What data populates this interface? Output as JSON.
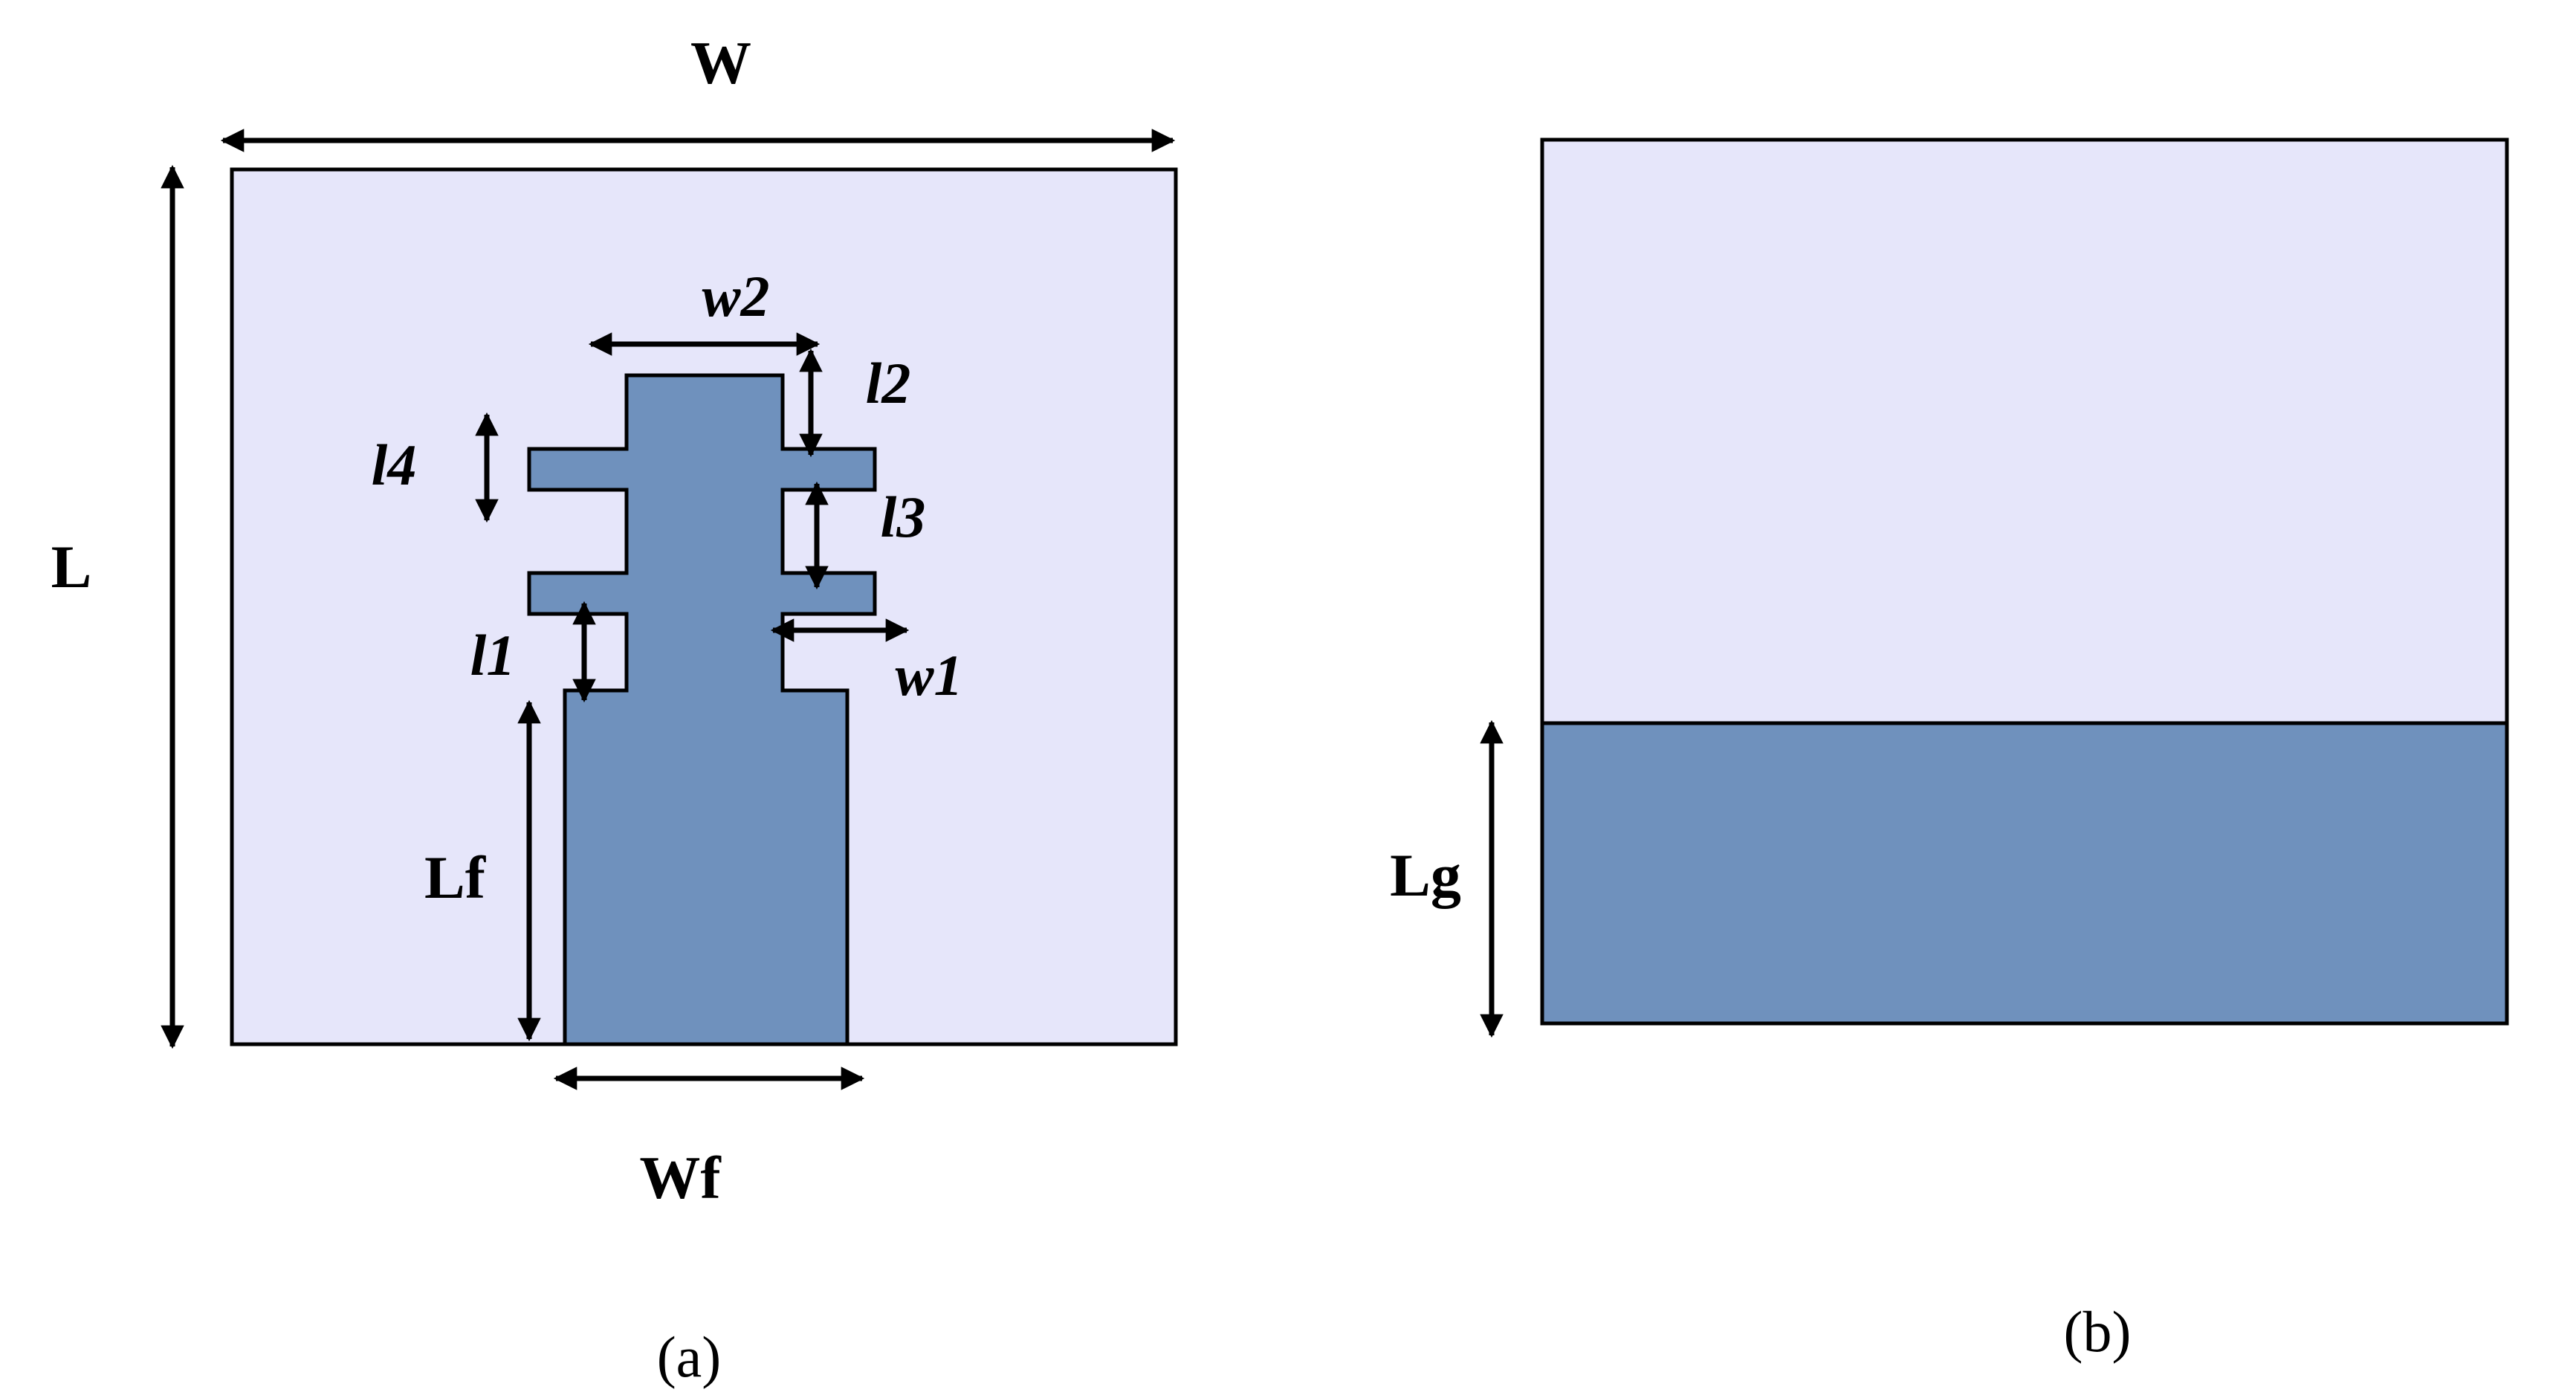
{
  "colors": {
    "substrate": "#e6e6fa",
    "copper": "#6f91bd",
    "outline": "#000000",
    "background": "#ffffff"
  },
  "panel_a": {
    "caption": "(a)",
    "labels": {
      "W": "W",
      "L": "L",
      "w2": "w2",
      "l2": "l2",
      "l4": "l4",
      "l3": "l3",
      "l1": "l1",
      "w1": "w1",
      "Lf": "Lf",
      "Wf": "Wf"
    }
  },
  "panel_b": {
    "caption": "(b)",
    "labels": {
      "Lg": "Lg"
    }
  }
}
